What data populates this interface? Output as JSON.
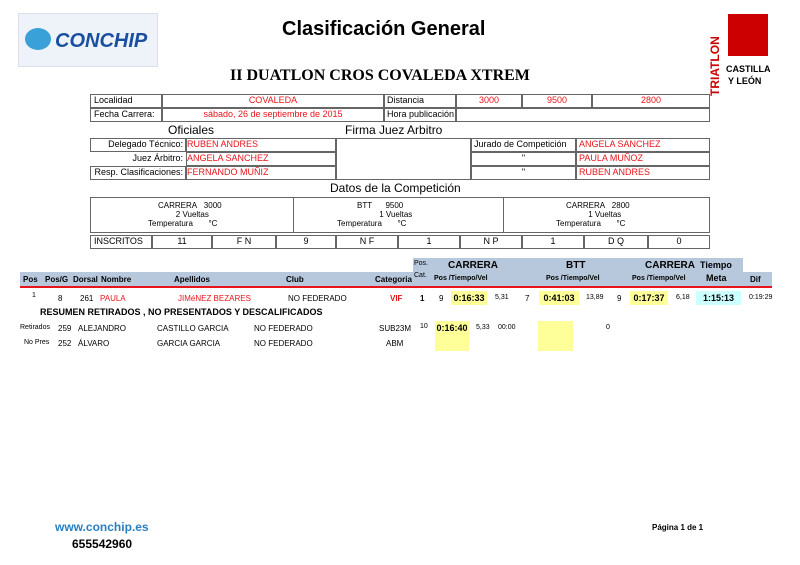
{
  "logo_left": "CONCHIP",
  "logo_right": {
    "line1": "TRIATLON",
    "line2": "CASTILLA",
    "line3": "Y LEÓN"
  },
  "title": "Clasificación  General",
  "event": "II DUATLON CROS COVALEDA XTREM",
  "info": {
    "localidad_label": "Localidad",
    "localidad": "COVALEDA",
    "fecha_label": "Fecha Carrera:",
    "fecha": "sábado, 26 de septiembre de 2015",
    "distancia_label": "Distancia",
    "dist1": "3000",
    "dist2": "9500",
    "dist3": "2800",
    "hora_label": "Hora publicación",
    "hora": ""
  },
  "oficiales": {
    "title": "Oficiales",
    "firma": "Firma Juez Arbitro",
    "delegado_label": "Delegado Técnico:",
    "delegado": "RUBEN ANDRES",
    "juez_label": "Juez Árbitro:",
    "juez": "ANGELA SANCHEZ",
    "resp_label": "Resp. Clasificaciones:",
    "resp": "FERNANDO MUÑIZ",
    "jurado_label": "Jurado de Competición",
    "jurado": [
      "ANGELA SANCHEZ",
      "PAULA MUÑOZ",
      "RUBEN ANDRES"
    ],
    "ditto": "\""
  },
  "datos": {
    "title": "Datos de la Competición",
    "segments": [
      {
        "name": "CARRERA",
        "dist": "3000",
        "vueltas": "2 Vueltas",
        "temp": "Temperatura",
        "unit": "°C"
      },
      {
        "name": "BTT",
        "dist": "9500",
        "vueltas": "1 Vueltas",
        "temp": "Temperatura",
        "unit": "°C"
      },
      {
        "name": "CARRERA",
        "dist": "2800",
        "vueltas": "1 Vueltas",
        "temp": "Temperatura",
        "unit": "°C"
      }
    ]
  },
  "counts": [
    "INSCRITOS",
    "11",
    "F N",
    "9",
    "N F",
    "1",
    "N P",
    "1",
    "D Q",
    "0"
  ],
  "headers": {
    "pos": "Pos",
    "posg": "Pos/G",
    "dorsal": "Dorsal",
    "nombre": "Nombre",
    "apellidos": "Apellidos",
    "club": "Club",
    "categoria": "Categoria",
    "poscat": "Pos.",
    "poscat2": "Cat.",
    "carrera1": "CARRERA",
    "btt": "BTT",
    "carrera2": "CARRERA",
    "sub": "Pos /Tiempo/Vel",
    "tiempo": "Tiempo",
    "meta": "Meta",
    "dif": "Dif"
  },
  "result": {
    "pos": "1",
    "posg": "8",
    "dorsal": "261",
    "nombre": "PAULA",
    "apellidos": "JIMéNEZ BEZARES",
    "club": "NO FEDERADO",
    "categoria": "VIF",
    "poscat": "1",
    "p1": "9",
    "t1": "0:16:33",
    "v1": "5,31",
    "p2": "7",
    "t2": "0:41:03",
    "v2": "13,89",
    "p3": "9",
    "t3": "0:17:37",
    "v3": "6,18",
    "meta": "1:15:13",
    "dif": "0:19:29"
  },
  "resumen_title": "RESUMEN RETIRADOS , NO PRESENTADOS Y DESCALIFICADOS",
  "resumen": [
    {
      "status": "Retirados",
      "dorsal": "259",
      "nombre": "ALEJANDRO",
      "apellidos": "CASTILLO GARCIA",
      "club": "NO FEDERADO",
      "categoria": "SUB23M",
      "poscat": "10",
      "t1": "0:16:40",
      "v1": "5,33",
      "x": "00:00",
      "z": "0"
    },
    {
      "status": "No Pres",
      "dorsal": "252",
      "nombre": "ÁLVARO",
      "apellidos": "GARCIA GARCIA",
      "club": "NO FEDERADO",
      "categoria": "ABM"
    }
  ],
  "footer": {
    "web": "www.conchip.es",
    "phone": "655542960",
    "page": "Página 1 de 1"
  }
}
